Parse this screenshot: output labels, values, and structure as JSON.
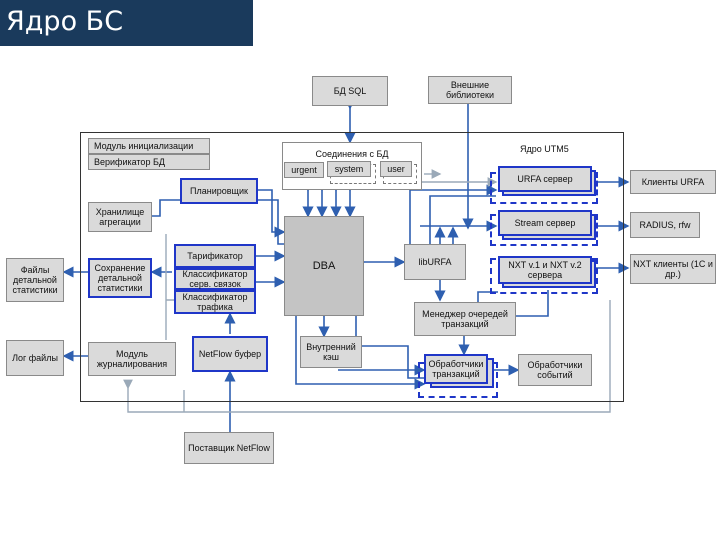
{
  "slide": {
    "title": "Ядро БС"
  },
  "diagram": {
    "core_label": "Ядро UTM5",
    "nodes": {
      "sql_db": "БД SQL",
      "external_libs": "Внешние библиотеки",
      "init_module": "Модуль инициализации",
      "db_verifier": "Верификатор БД",
      "db_connections": "Соединения с БД",
      "conn_urgent": "urgent",
      "conn_system": "system",
      "conn_user": "user",
      "scheduler": "Планировщик",
      "aggregation_storage": "Хранилище агрегации",
      "tariffer": "Тарификатор",
      "service_link_classifier": "Классификатор серв. связок",
      "traffic_classifier": "Классификатор трафика",
      "dba": "DBA",
      "liburfa": "libURFA",
      "urfa_server": "URFA сервер",
      "stream_server": "Stream сервер",
      "nxt_servers": "NXT v.1 и NXT v.2 сервера",
      "urfa_clients": "Клиенты URFA",
      "radius": "RADIUS, rfw",
      "nxt_clients": "NXT клиенты (1С и др.)",
      "detail_stats_files": "Файлы детальной статистики",
      "detail_stats_saving": "Сохранение детальной статистики",
      "queue_manager": "Менеджер очередей транзакций",
      "internal_cache": "Внутренний кэш",
      "transaction_handlers": "Обработчики транзакций",
      "event_handlers": "Обработчики событий",
      "log_files": "Лог файлы",
      "logging_module": "Модуль журналирования",
      "netflow_buffer": "NetFlow буфер",
      "netflow_provider": "Поставщик NetFlow"
    }
  }
}
